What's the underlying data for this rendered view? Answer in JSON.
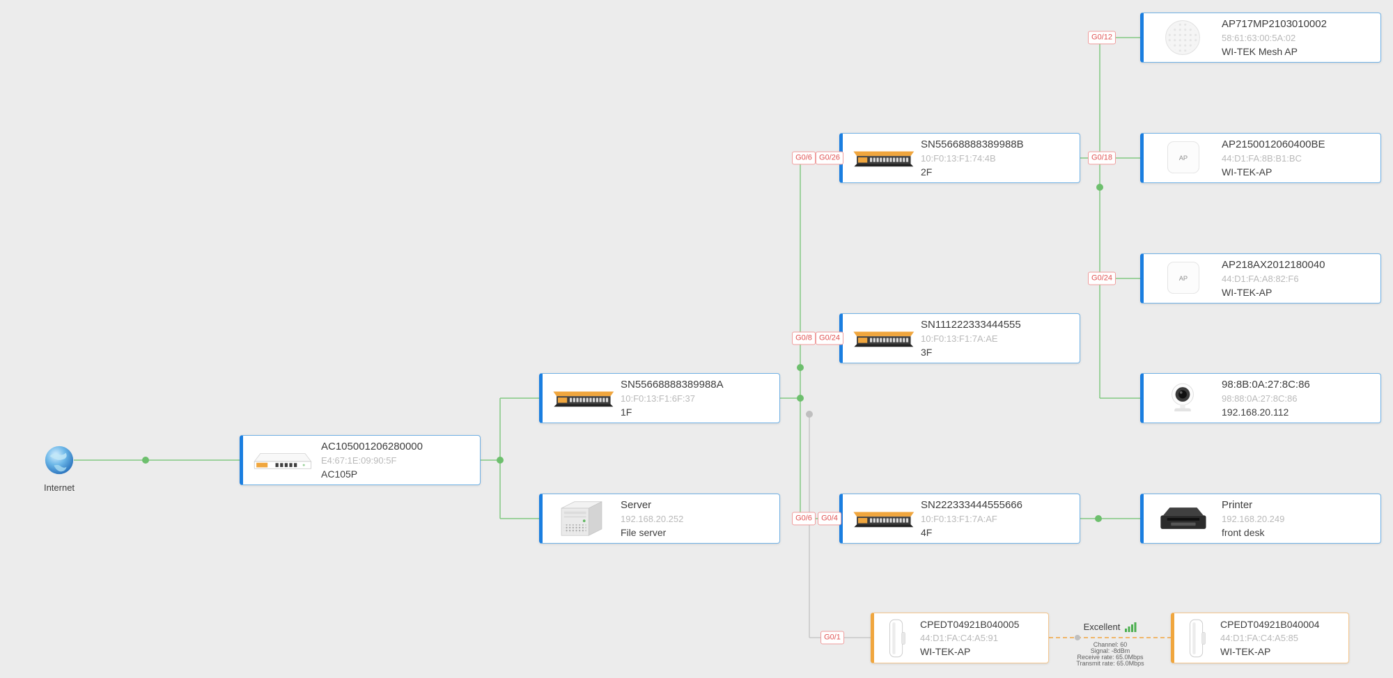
{
  "internet": {
    "label": "Internet"
  },
  "cards": {
    "ac": {
      "title": "AC105001206280000",
      "sub": "E4:67:1E:09:90:5F",
      "label": "AC105P"
    },
    "sw1f": {
      "title": "SN55668888389988A",
      "sub": "10:F0:13:F1:6F:37",
      "label": "1F"
    },
    "server": {
      "title": "Server",
      "sub": "192.168.20.252",
      "label": "File server"
    },
    "sw2f": {
      "title": "SN55668888389988B",
      "sub": "10:F0:13:F1:74:4B",
      "label": "2F"
    },
    "sw3f": {
      "title": "SN111222333444555",
      "sub": "10:F0:13:F1:7A:AE",
      "label": "3F"
    },
    "sw4f": {
      "title": "SN222333444555666",
      "sub": "10:F0:13:F1:7A:AF",
      "label": "4F"
    },
    "mesh_ap": {
      "title": "AP717MP2103010002",
      "sub": "58:61:63:00:5A:02",
      "label": "WI-TEK Mesh AP"
    },
    "ap215": {
      "title": "AP2150012060400BE",
      "sub": "44:D1:FA:8B:B1:BC",
      "label": "WI-TEK-AP"
    },
    "ap218": {
      "title": "AP218AX2012180040",
      "sub": "44:D1:FA:A8:82:F6",
      "label": "WI-TEK-AP"
    },
    "camera": {
      "title": "98:8B:0A:27:8C:86",
      "sub": "98:88:0A:27:8C:86",
      "label": "192.168.20.112"
    },
    "printer": {
      "title": "Printer",
      "sub": "192.168.20.249",
      "label": "front desk"
    },
    "cpe5": {
      "title": "CPEDT04921B040005",
      "sub": "44:D1:FA:C4:A5:91",
      "label": "WI-TEK-AP"
    },
    "cpe4": {
      "title": "CPEDT04921B040004",
      "sub": "44:D1:FA:C4:A5:85",
      "label": "WI-TEK-AP"
    }
  },
  "ports": {
    "p_g012": "G0/12",
    "p_2f_up": "G0/6",
    "p_2f_down": "G0/26",
    "p_g018": "G0/18",
    "p_3f_up": "G0/8",
    "p_3f_down": "G0/24",
    "p_ap218": "G0/24",
    "p_4f_up": "G0/6",
    "p_4f_down": "G0/4",
    "p_cpe": "G0/1"
  },
  "wireless_link": {
    "quality": "Excellent",
    "details": [
      "Channel: 60",
      "Signal: -8dBm",
      "Receive rate: 65.0Mbps",
      "Transmit rate: 65.0Mbps"
    ]
  },
  "badges": {
    "ap": "AP"
  },
  "colors": {
    "link_up": "#82c882",
    "link_dot": "#6dbf6d",
    "link_inactive": "#c7c7c7",
    "wireless_link": "#f2a33c",
    "card_accent_blue": "#1a7ee0",
    "card_accent_orange": "#f0a63e",
    "port_text": "#e05252"
  },
  "edges": [
    {
      "from": "Internet",
      "to": "AC105P",
      "status": "up"
    },
    {
      "from": "AC105P",
      "to": "1F",
      "status": "up"
    },
    {
      "from": "AC105P",
      "to": "File server",
      "status": "up"
    },
    {
      "from": "1F",
      "to": "2F",
      "ports": [
        "G0/6",
        "G0/26"
      ],
      "status": "up"
    },
    {
      "from": "1F",
      "to": "3F",
      "ports": [
        "G0/8",
        "G0/24"
      ],
      "status": "up"
    },
    {
      "from": "1F",
      "to": "4F",
      "ports": [
        "G0/6",
        "G0/4"
      ],
      "status": "up"
    },
    {
      "from": "1F",
      "to": "CPEDT04921B040005",
      "ports": [
        "G0/1"
      ],
      "status": "inactive"
    },
    {
      "from": "2F",
      "to": "AP717MP2103010002",
      "ports": [
        "G0/12"
      ],
      "status": "up"
    },
    {
      "from": "2F",
      "to": "AP2150012060400BE",
      "ports": [
        "G0/18"
      ],
      "status": "up"
    },
    {
      "from": "2F",
      "to": "AP218AX2012180040",
      "ports": [
        "G0/24"
      ],
      "status": "up"
    },
    {
      "from": "2F",
      "to": "98:8B:0A:27:8C:86",
      "status": "up"
    },
    {
      "from": "4F",
      "to": "Printer",
      "status": "up"
    },
    {
      "from": "CPEDT04921B040005",
      "to": "CPEDT04921B040004",
      "type": "wireless",
      "quality": "Excellent"
    }
  ]
}
